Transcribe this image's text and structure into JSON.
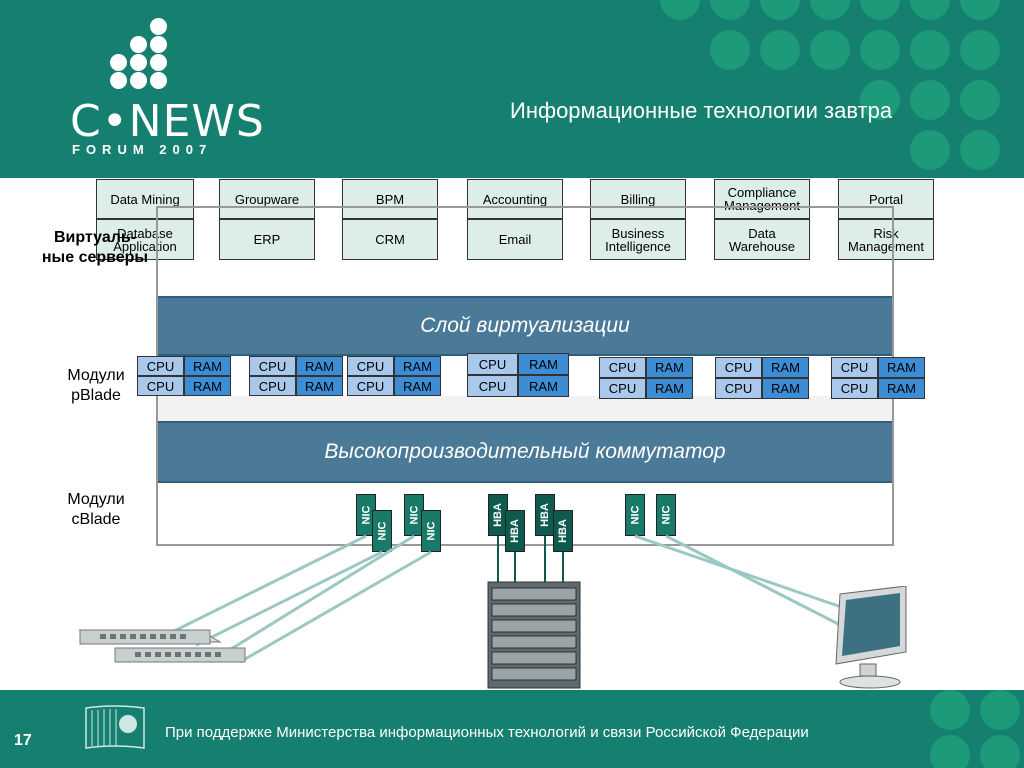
{
  "header": {
    "logo_text": "C•NEWS",
    "logo_sub": "FORUM 2007",
    "title": "Информационные технологии завтра"
  },
  "apps_row1": [
    "Data Mining",
    "Groupware",
    "BPM",
    "Accounting",
    "Billing",
    "Compliance Management",
    "Portal"
  ],
  "apps_row2": [
    "Database Application",
    "ERP",
    "CRM",
    "Email",
    "Business Intelligence",
    "Data Warehouse",
    "Risk Management"
  ],
  "labels": {
    "virtual_servers": "Виртуаль-ные серверы",
    "pblade": "Модули pBlade",
    "cblade": "Модули cBlade"
  },
  "virtualization_layer": "Слой виртуализации",
  "switch_layer": "Высокопроизводительный коммутатор",
  "module": {
    "cpu": "CPU",
    "ram": "RAM"
  },
  "adapters": {
    "nic": "NIC",
    "hba": "HBA"
  },
  "footer": {
    "page_number": "17",
    "text": "При поддержке Министерства информационных технологий и связи Российской Федерации"
  },
  "colors": {
    "header_bg": "#15806f",
    "layer_band": "#4a7a98",
    "cpu": "#a8c8ec",
    "ram": "#3c8dd4",
    "nic": "#1a7a6a",
    "hba": "#0e5a4e"
  }
}
